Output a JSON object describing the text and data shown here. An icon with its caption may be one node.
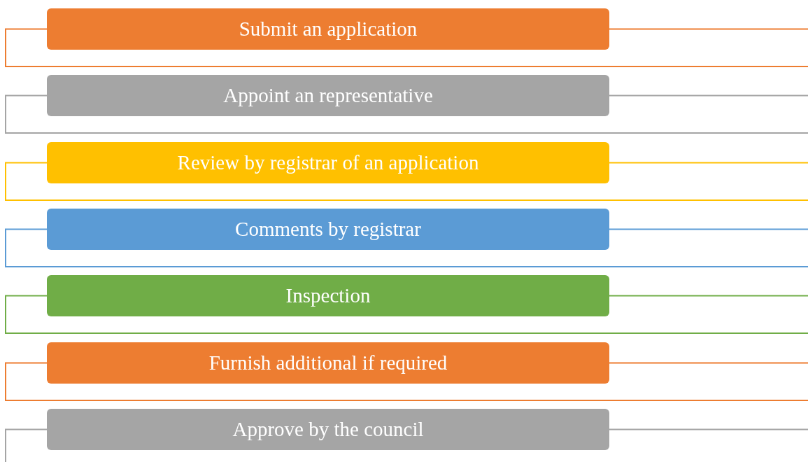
{
  "diagram": {
    "nodes": [
      {
        "text": [
          "Submit an application"
        ]
      },
      {
        "text": [
          "Appoint an representative"
        ]
      },
      {
        "text": [
          "Review by registrar of an application"
        ]
      },
      {
        "text": [
          "Comments by registrar"
        ]
      },
      {
        "text": [
          "Inspection"
        ]
      },
      {
        "text": [
          "Furnish additional if required"
        ]
      },
      {
        "text": [
          "Approve by the council"
        ]
      }
    ]
  }
}
